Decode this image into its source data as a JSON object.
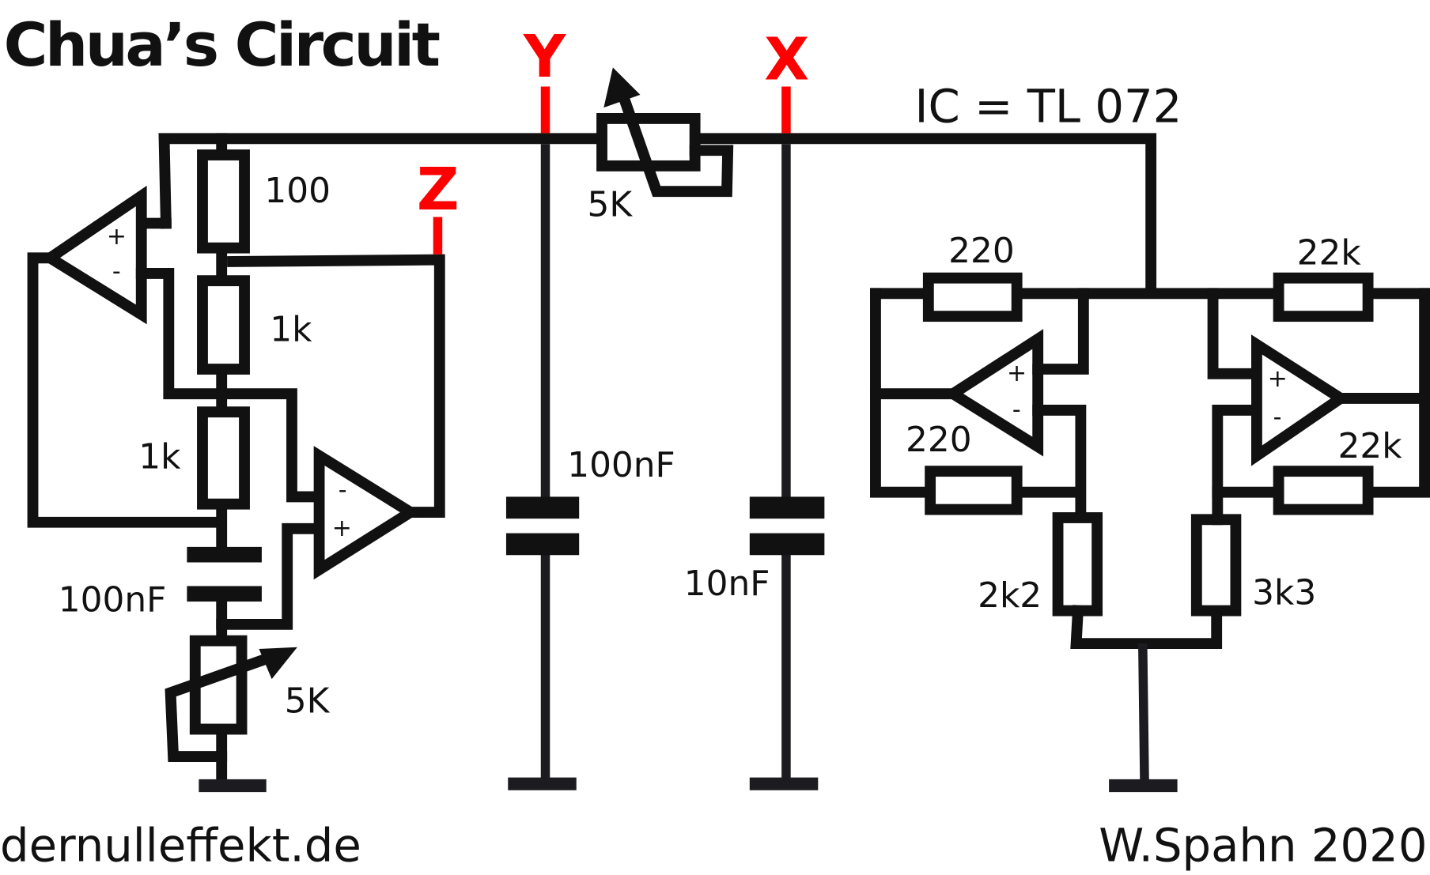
{
  "title": "Chua’s Circuit",
  "ic_note": "IC = TL 072",
  "probes": {
    "x": "X",
    "y": "Y",
    "z": "Z"
  },
  "components": {
    "r100": "100",
    "r1k_upper": "1k",
    "r1k_lower": "1k",
    "c100nF_left": "100nF",
    "pot_left": "5K",
    "pot_top": "5K",
    "c100nF_mid": "100nF",
    "c10nF": "10nF",
    "r220_top": "220",
    "r220_bottom": "220",
    "r22k_top": "22k",
    "r22k_bottom": "22k",
    "r2k2": "2k2",
    "r3k3": "3k3"
  },
  "opamp_signs": {
    "plus": "+",
    "minus": "-"
  },
  "footer": {
    "left": "dernulleffekt.de",
    "right": "W.Spahn 2020"
  },
  "colors": {
    "wire": "#111111",
    "probe": "#ff0000",
    "background": "#ffffff"
  }
}
